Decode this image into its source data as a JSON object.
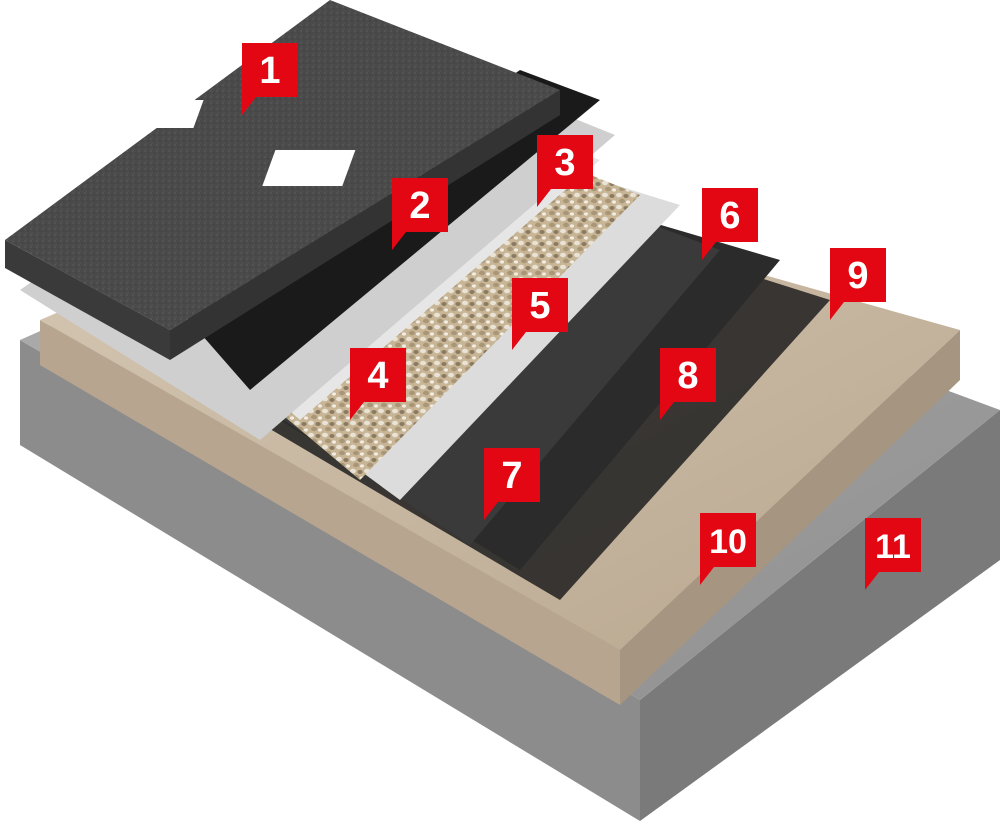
{
  "diagram": {
    "badges": [
      {
        "id": "layer-1",
        "label": "1"
      },
      {
        "id": "layer-2",
        "label": "2"
      },
      {
        "id": "layer-3",
        "label": "3"
      },
      {
        "id": "layer-4",
        "label": "4"
      },
      {
        "id": "layer-5",
        "label": "5"
      },
      {
        "id": "layer-6",
        "label": "6"
      },
      {
        "id": "layer-7",
        "label": "7"
      },
      {
        "id": "layer-8",
        "label": "8"
      },
      {
        "id": "layer-9",
        "label": "9"
      },
      {
        "id": "layer-10",
        "label": "10"
      },
      {
        "id": "layer-11",
        "label": "11"
      }
    ],
    "colors": {
      "badge": "#e30613",
      "badge_text": "#ffffff",
      "concrete": "#9a9a9a",
      "screed": "#c9b8a2",
      "bitumen": "#1e1e1e",
      "membrane": "#3a3a3a",
      "fleece": "#dcdcdc",
      "gravel": "#c7b595",
      "insulation": "#4a4a4a"
    }
  }
}
